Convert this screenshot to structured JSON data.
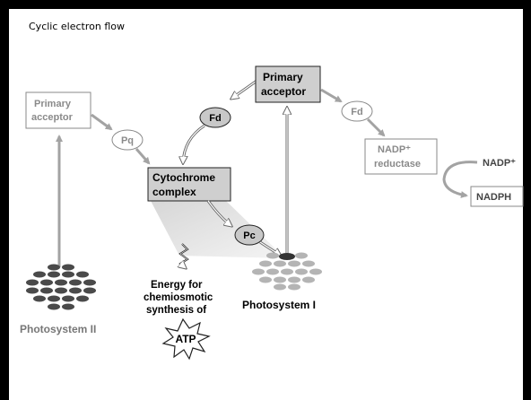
{
  "title": "Cyclic electron flow",
  "labels": {
    "ps2_acceptor_line1": "Primary",
    "ps2_acceptor_line2": "acceptor",
    "pq": "Pq",
    "fd_left": "Fd",
    "ps1_acceptor_line1": "Primary",
    "ps1_acceptor_line2": "acceptor",
    "fd_right": "Fd",
    "cytochrome_line1": "Cytochrome",
    "cytochrome_line2": "complex",
    "pc": "Pc",
    "nadp_reductase_line1": "NADP⁺",
    "nadp_reductase_line2": "reductase",
    "nadp_plus": "NADP⁺",
    "nadph": "NADPH",
    "energy_line1": "Energy for",
    "energy_line2": "chemiosmotic",
    "energy_line3": "synthesis of",
    "atp": "ATP",
    "photosystem1": "Photosystem I",
    "photosystem2": "Photosystem II"
  },
  "colors": {
    "arrow": "#a3a3a3",
    "box_fill": "#cfcfcf",
    "oval_fill": "#c8c8c8",
    "ps2_dots": "#4a4a4a",
    "ps1_dots": "#b4b4b4",
    "box_border": "#8a8a8a"
  }
}
